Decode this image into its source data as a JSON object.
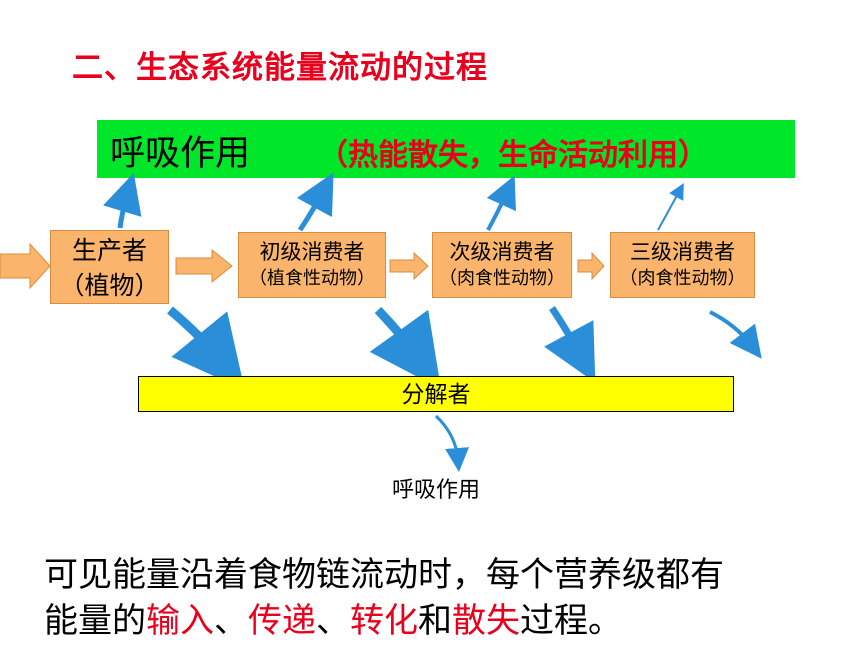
{
  "title": "二、生态系统能量流动的过程",
  "respiration_bar": {
    "main": "呼吸作用",
    "note": "（热能散失，生命活动利用）",
    "color": "#00e628"
  },
  "producer": {
    "line1": "生产者",
    "line2": "（植物）"
  },
  "consumers": [
    {
      "name": "初级消费者",
      "sub": "（植食性动物）"
    },
    {
      "name": "次级消费者",
      "sub": "（肉食性动物）"
    },
    {
      "name": "三级消费者",
      "sub": "（肉食性动物）"
    }
  ],
  "decomposer": {
    "label": "分解者",
    "color": "#ffff00"
  },
  "decomposer_respiration": "呼吸作用",
  "conclusion": {
    "part1": "可见能量沿着食物链流动时，每个营养级都有",
    "part2": "能量的",
    "input": "输入",
    "sep1": "、",
    "transfer": "传递",
    "sep2": "、",
    "transform": "转化",
    "and": "和",
    "dissipate": "散失",
    "end": "过程。"
  },
  "colors": {
    "accent_red": "#e8001c",
    "node_fill": "#fbb46b",
    "arrow_blue": "#2a8fd8"
  }
}
